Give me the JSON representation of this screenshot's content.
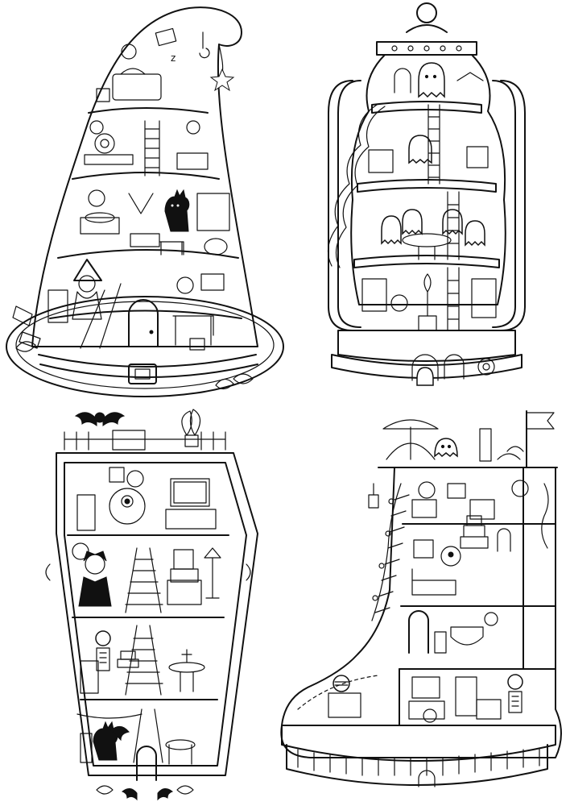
{
  "page": {
    "background": "#ffffff",
    "ink_color": "#111111"
  },
  "illustrations": [
    {
      "id": "witch-hat-house",
      "description_icon": "witch-hat-icon"
    },
    {
      "id": "lantern-house",
      "description_icon": "lantern-icon"
    },
    {
      "id": "coffin-house",
      "description_icon": "coffin-icon"
    },
    {
      "id": "boot-house",
      "description_icon": "boot-icon"
    }
  ]
}
